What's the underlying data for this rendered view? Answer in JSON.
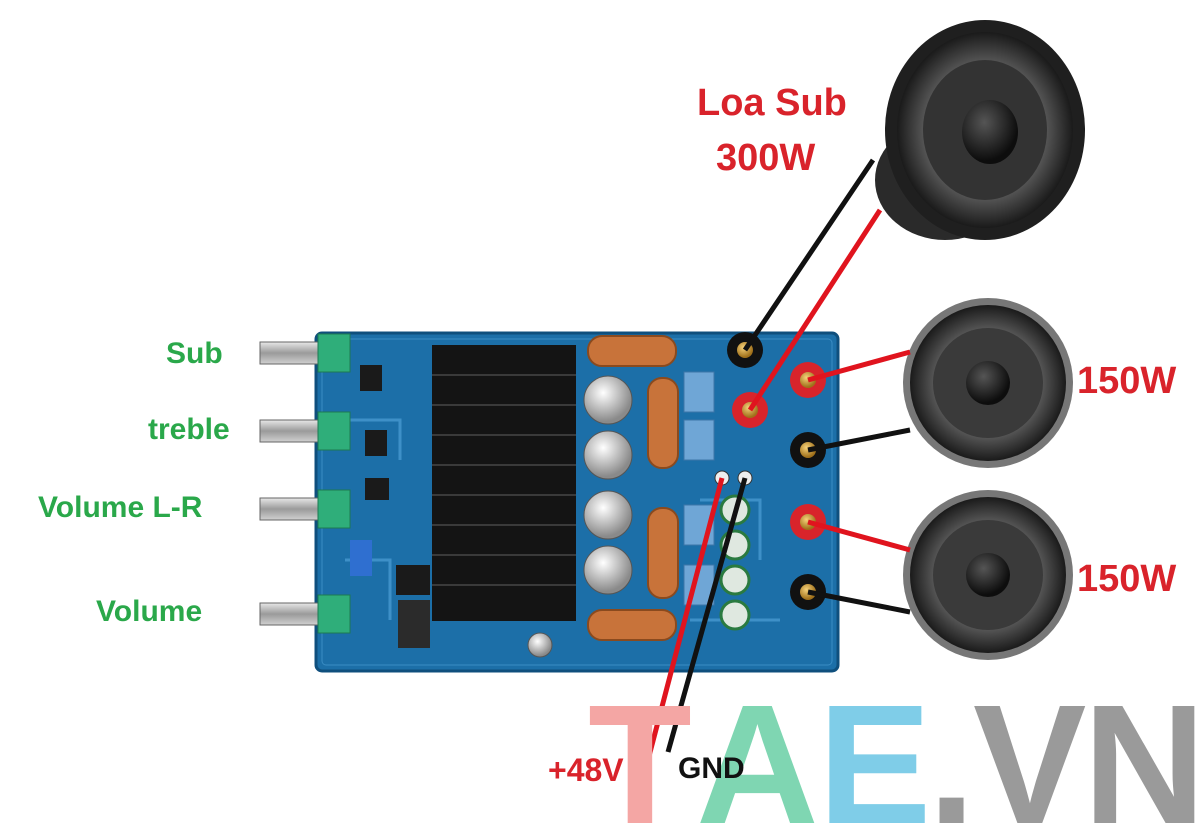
{
  "labels": {
    "sub": "Sub",
    "treble": "treble",
    "volume_lr": "Volume L-R",
    "volume": "Volume",
    "sub_speaker_line1": "Loa Sub",
    "sub_speaker_line2": "300W",
    "speaker_right_top": "150W",
    "speaker_right_bottom": "150W",
    "power_positive": "+48V",
    "power_ground": "GND"
  },
  "watermark": {
    "letters": [
      "T",
      "A",
      "E",
      ".",
      "V",
      "N"
    ],
    "colors": [
      "#f4a6a4",
      "#7fd6b2",
      "#7fcde8",
      "#9a9a9a",
      "#9a9a9a",
      "#9a9a9a"
    ]
  },
  "colors": {
    "board": "#1c6fa8",
    "heatsink": "#141414",
    "knob_label": "#2aa84a",
    "power_label": "#d9232b",
    "wire_red": "#e0141e",
    "wire_black": "#111111"
  }
}
